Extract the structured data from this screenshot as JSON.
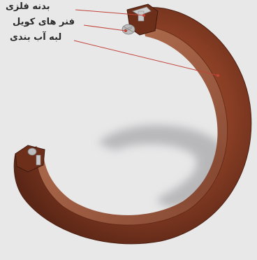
{
  "callouts": [
    {
      "id": "metal-body",
      "text": "بدنه فلزی"
    },
    {
      "id": "coil-spring",
      "text": "فنر های کویل"
    },
    {
      "id": "sealing-lip",
      "text": "لبه آب بندی"
    }
  ],
  "colors": {
    "background": "#e8e8e9",
    "seal_base": "#8a3f25",
    "seal_dark": "#5b2616",
    "seal_light": "#b66a45",
    "shadow": "#a9a9ab",
    "metal": "#c8c8c8",
    "spring": "#bdbdbd",
    "leader_line": "#c0443a"
  }
}
